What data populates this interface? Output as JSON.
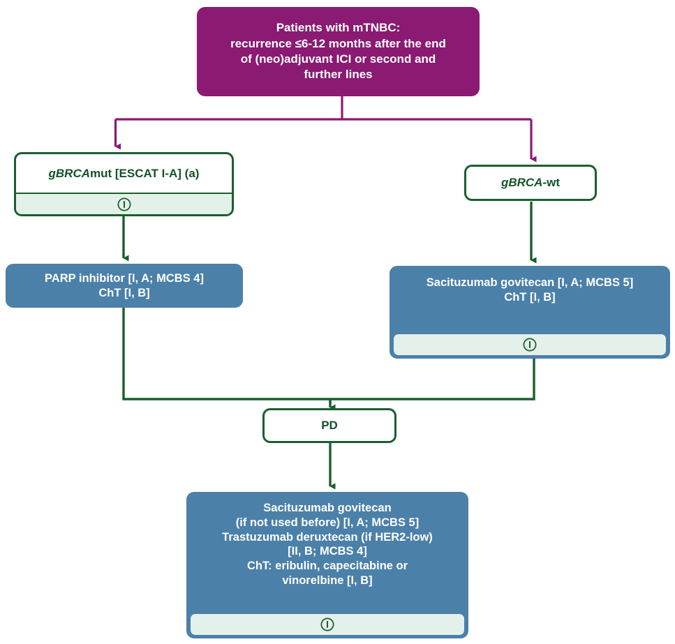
{
  "diagram": {
    "title": "mTNBC treatment algorithm",
    "colors": {
      "purple": "#8A1A72",
      "blue": "#4B80A9",
      "green": "#1B5E2E",
      "info_bar": "#E4F0EA",
      "white": "#FFFFFF"
    }
  },
  "nodes": {
    "header": {
      "id": "patients-with-mtnbc",
      "lines": [
        "Patients with mTNBC:",
        "recurrence ≤6-12 months after the end",
        "of (neo)adjuvant ICI or second and",
        "further lines"
      ]
    },
    "brca_mut": {
      "id": "gbrca-mut",
      "gene": "gBRCA",
      "rest": "mut [ESCAT I-A] (a)",
      "info_icon": "info-circle-icon"
    },
    "brca_wt": {
      "id": "gbrca-wt",
      "gene": "gBRCA",
      "rest": "-wt"
    },
    "parp": {
      "id": "parp-inhibitor",
      "lines": [
        "PARP inhibitor [I, A; MCBS 4]",
        "ChT [I, B]"
      ]
    },
    "sacituzumab_first": {
      "id": "sacituzumab-govitecan-first-line",
      "lines": [
        "Sacituzumab govitecan [I, A; MCBS 5]",
        "ChT [I, B]"
      ],
      "info_icon": "info-circle-icon"
    },
    "pd": {
      "id": "progressive-disease",
      "label": "PD"
    },
    "later_lines": {
      "id": "later-lines-options",
      "lines": [
        "Sacituzumab govitecan",
        "(if not used before) [I, A; MCBS 5]",
        "Trastuzumab deruxtecan (if HER2-low)",
        "[II, B; MCBS 4]",
        "ChT: eribulin, capecitabine or",
        "vinorelbine [I, B]"
      ],
      "info_icon": "info-circle-icon"
    }
  },
  "edges": [
    {
      "from": "header",
      "to": "brca_mut",
      "color": "#8A1A72"
    },
    {
      "from": "header",
      "to": "brca_wt",
      "color": "#8A1A72"
    },
    {
      "from": "brca_mut",
      "to": "parp",
      "color": "#1B5E2E"
    },
    {
      "from": "brca_wt",
      "to": "sacituzumab_first",
      "color": "#1B5E2E"
    },
    {
      "from": "parp",
      "to": "pd",
      "color": "#1B5E2E"
    },
    {
      "from": "sacituzumab_first",
      "to": "pd",
      "color": "#1B5E2E"
    },
    {
      "from": "pd",
      "to": "later_lines",
      "color": "#1B5E2E"
    }
  ]
}
